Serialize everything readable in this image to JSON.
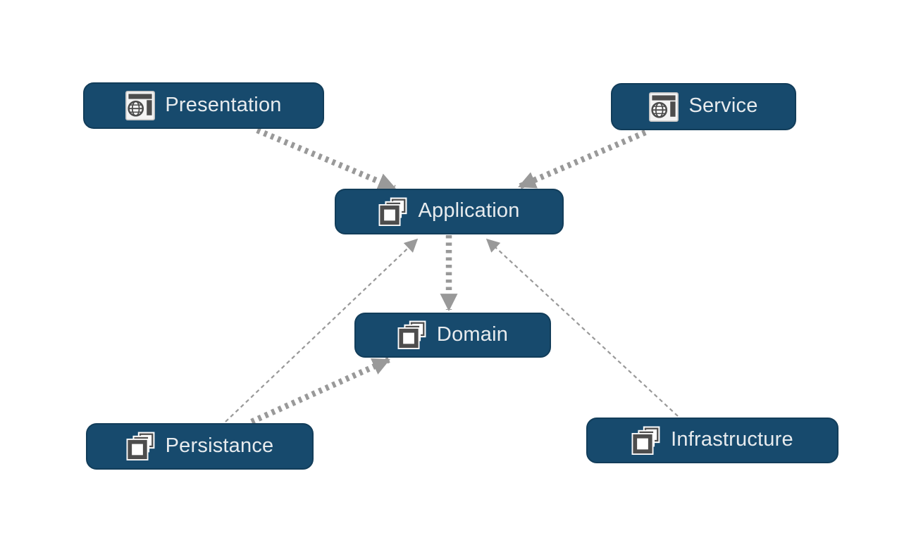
{
  "diagram": {
    "type": "architecture-layer-diagram",
    "background": "#ffffff",
    "nodes": [
      {
        "id": "presentation",
        "label": "Presentation",
        "icon": "web-application-icon"
      },
      {
        "id": "service",
        "label": "Service",
        "icon": "web-application-icon"
      },
      {
        "id": "application",
        "label": "Application",
        "icon": "layers-icon"
      },
      {
        "id": "domain",
        "label": "Domain",
        "icon": "layers-icon"
      },
      {
        "id": "persistance",
        "label": "Persistance",
        "icon": "layers-icon"
      },
      {
        "id": "infrastructure",
        "label": "Infrastructure",
        "icon": "layers-icon"
      }
    ],
    "edges": [
      {
        "from": "Presentation",
        "to": "Application",
        "line": "bold-dashed",
        "arrowhead_at": "Application"
      },
      {
        "from": "Service",
        "to": "Application",
        "line": "bold-dashed",
        "arrowhead_at": "Application"
      },
      {
        "from": "Application",
        "to": "Domain",
        "line": "bold-dashed",
        "arrowhead_at": "Domain"
      },
      {
        "from": "Persistance",
        "to": "Domain",
        "line": "bold-dashed",
        "arrowhead_at": "Domain"
      },
      {
        "from": "Persistance",
        "to": "Application",
        "line": "thin-dashed",
        "arrowhead_at": "Application"
      },
      {
        "from": "Infrastructure",
        "to": "Application",
        "line": "thin-dashed",
        "arrowhead_at": "Application"
      }
    ],
    "colors": {
      "node_fill": "#174a6d",
      "node_border": "#123d5a",
      "node_text": "#e7ebee",
      "edge": "#999999",
      "icon_detail": "#4d4d4d",
      "icon_background": "#f4f4f4"
    }
  }
}
